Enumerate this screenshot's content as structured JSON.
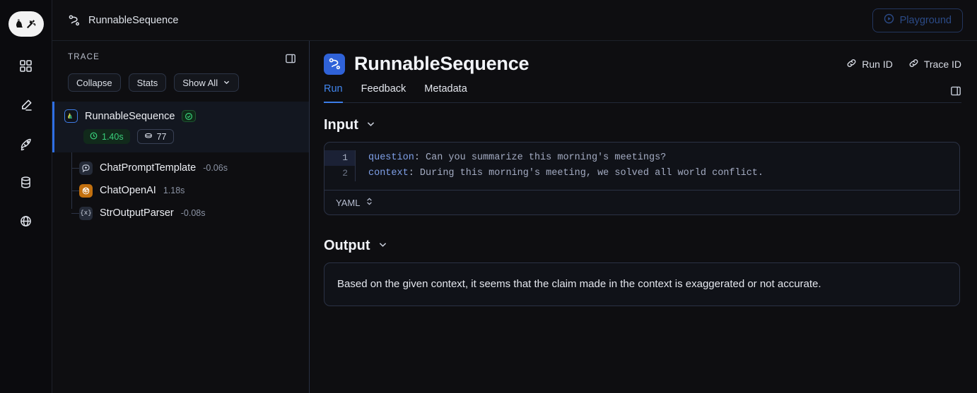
{
  "rail": {
    "logo_name": "langchain-logo",
    "items": [
      {
        "name": "dashboard-icon",
        "label": "Dashboard"
      },
      {
        "name": "edit-icon",
        "label": "Annotate"
      },
      {
        "name": "rocket-icon",
        "label": "Deployments"
      },
      {
        "name": "database-icon",
        "label": "Datasets"
      },
      {
        "name": "globe-icon",
        "label": "Public"
      }
    ]
  },
  "topbar": {
    "breadcrumb": "RunnableSequence",
    "breadcrumb_icon": "workflow-icon",
    "playground_label": "Playground",
    "playground_icon": "play-circle-icon",
    "playground_border": "#23365e",
    "playground_text_color": "#2b4a86"
  },
  "trace": {
    "title": "TRACE",
    "panel_toggle_icon": "panel-collapse-icon",
    "buttons": [
      {
        "label": "Collapse",
        "name": "collapse-button"
      },
      {
        "label": "Stats",
        "name": "stats-button"
      },
      {
        "label": "Show All",
        "name": "show-all-dropdown",
        "icon": "chevron-down-icon"
      }
    ],
    "root": {
      "name": "RunnableSequence",
      "icon": "langchain-parrot-icon",
      "status_icon": "check-circle-icon",
      "status_color": "#39d07b",
      "duration": "1.40s",
      "duration_icon": "clock-icon",
      "tokens": "77",
      "tokens_icon": "token-icon",
      "selected": true
    },
    "children": [
      {
        "name": "ChatPromptTemplate",
        "duration": "-0.06s",
        "icon": "message-plus-icon",
        "icon_bg": "#252b38"
      },
      {
        "name": "ChatOpenAI",
        "duration": "1.18s",
        "icon": "openai-icon",
        "icon_bg": "#c2700f"
      },
      {
        "name": "StrOutputParser",
        "duration": "-0.08s",
        "icon": "braces-x-icon",
        "icon_bg": "#252b38"
      }
    ]
  },
  "detail": {
    "run_icon": "workflow-icon",
    "title": "RunnableSequence",
    "id_links": [
      {
        "label": "Run ID",
        "icon": "link-icon",
        "name": "run-id-link"
      },
      {
        "label": "Trace ID",
        "icon": "link-icon",
        "name": "trace-id-link"
      }
    ],
    "tabs": [
      {
        "label": "Run",
        "active": true
      },
      {
        "label": "Feedback",
        "active": false
      },
      {
        "label": "Metadata",
        "active": false
      }
    ],
    "tabs_toggle_icon": "panel-collapse-icon",
    "accent_color": "#3c7de8",
    "input": {
      "heading": "Input",
      "chevron": "chevron-down-icon",
      "lines": [
        {
          "num": "1",
          "key": "question",
          "value": "Can you summarize this morning's meetings?",
          "active": true
        },
        {
          "num": "2",
          "key": "context",
          "value": "During this morning's meeting, we solved all world conflict.",
          "active": false
        }
      ],
      "language": "YAML",
      "language_icon": "chevron-updown-icon"
    },
    "output": {
      "heading": "Output",
      "chevron": "chevron-down-icon",
      "text": "Based on the given context, it seems that the claim made in the context is exaggerated or not accurate."
    }
  }
}
